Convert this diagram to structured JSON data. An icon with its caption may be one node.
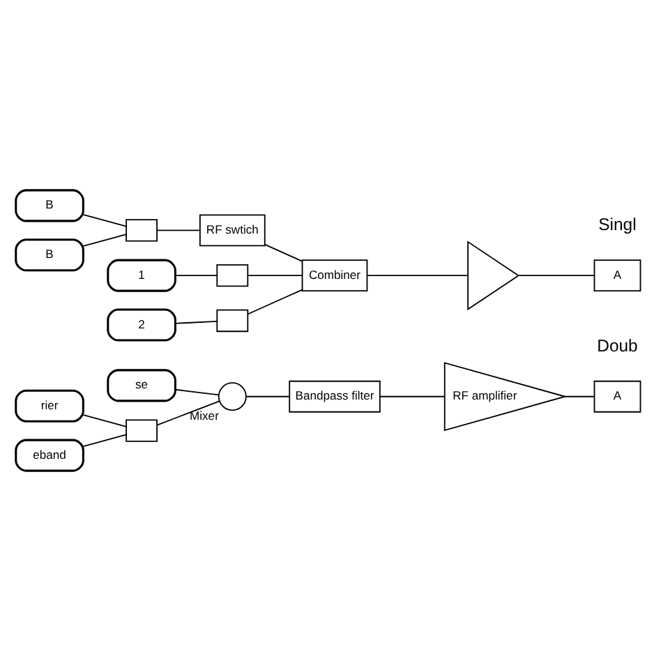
{
  "diagram": {
    "nodes": [
      {
        "text": [
          "se"
        ]
      },
      {
        "text": [
          "rier"
        ]
      },
      {
        "text": [
          "eband"
        ]
      },
      {
        "text": [],
        "shape": "box"
      },
      {
        "text": [],
        "shape": "circle",
        "beside": [
          "Mixer"
        ]
      },
      {
        "text": [
          "Bandpass filter"
        ]
      },
      {
        "text": [
          "RF amplifier"
        ]
      },
      {
        "text": [
          "A"
        ]
      },
      {
        "text": [
          "B"
        ]
      },
      {
        "text": [
          "B"
        ]
      },
      {
        "text": [],
        "shape": "box"
      },
      {
        "text": [
          "RF swtich"
        ]
      },
      {
        "text": [
          "1"
        ]
      },
      {
        "text": [
          "2"
        ]
      },
      {
        "text": [],
        "shape": "box"
      },
      {
        "text": [],
        "shape": "box"
      },
      {
        "text": [
          "Combiner"
        ]
      },
      {
        "text": [],
        "shape": "triangle"
      },
      {
        "text": [
          "A"
        ]
      }
    ],
    "edges": [
      {
        "from": 0,
        "to": 4,
        "arrow": "none"
      },
      {
        "from": 1,
        "to": 3,
        "arrow": "none"
      },
      {
        "from": 2,
        "to": 3,
        "arrow": "none"
      },
      {
        "from": 3,
        "to": 4,
        "arrow": "none"
      },
      {
        "from": 4,
        "to": 5,
        "arrow": "none"
      },
      {
        "from": 5,
        "to": 6,
        "arrow": "none"
      },
      {
        "from": 6,
        "to": 7,
        "arrow": "none"
      },
      {
        "from": 8,
        "to": 10,
        "arrow": "none"
      },
      {
        "from": 9,
        "to": 10,
        "arrow": "none"
      },
      {
        "from": 10,
        "to": 11,
        "arrow": "none"
      },
      {
        "from": 11,
        "to": 16,
        "arrow": "none"
      },
      {
        "from": 12,
        "to": 14,
        "arrow": "none"
      },
      {
        "from": 14,
        "to": 16,
        "arrow": "none"
      },
      {
        "from": 13,
        "to": 15,
        "arrow": "none"
      },
      {
        "from": 15,
        "to": 16,
        "arrow": "none"
      },
      {
        "from": 16,
        "to": 17,
        "arrow": "none"
      },
      {
        "from": 17,
        "to": 18,
        "arrow": "none"
      }
    ],
    "labels": [
      "Doub",
      "Singl"
    ]
  }
}
